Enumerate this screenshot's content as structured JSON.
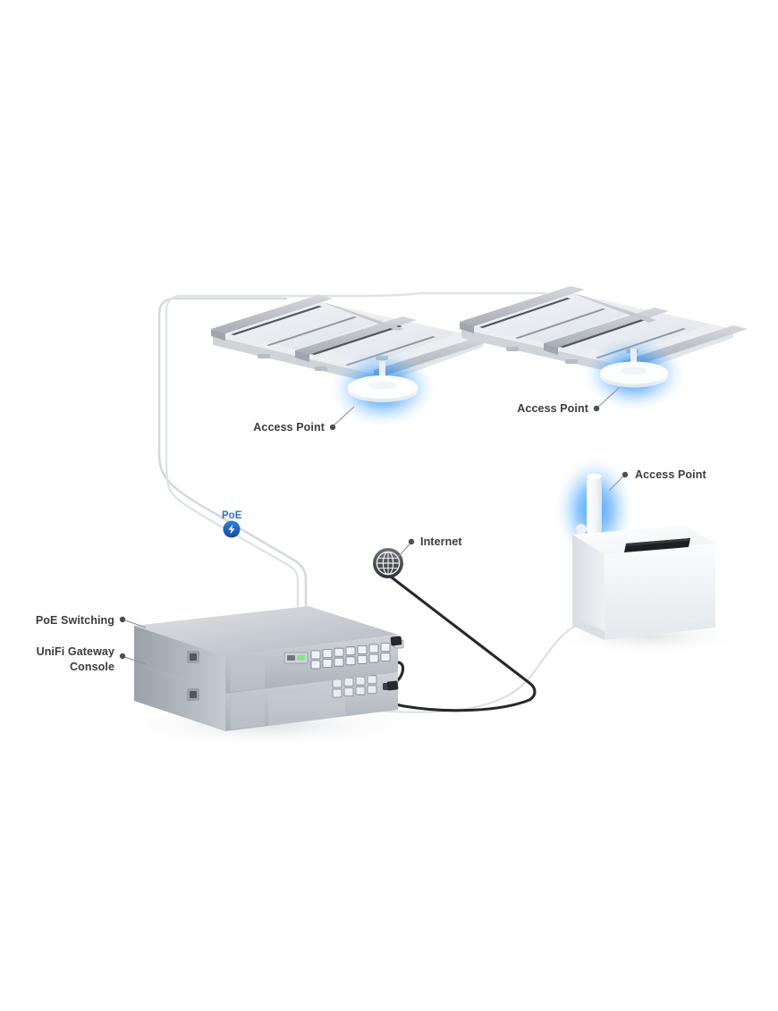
{
  "diagram": {
    "title": "UniFi network topology diagram",
    "background_color": "#ffffff",
    "label_color": "#3c3c3c",
    "accent_color": "#1f6fd8",
    "glow_color": "#1e90ff",
    "device_gray": "#b9bec4"
  },
  "labels": {
    "access_point_1": "Access Point",
    "access_point_2": "Access Point",
    "access_point_3": "Access Point",
    "poe": "PoE",
    "internet": "Internet",
    "poe_switching": "PoE Switching",
    "gateway_line1": "UniFi Gateway",
    "gateway_line2": "Console"
  },
  "icons": {
    "poe_badge": "lightning-bolt-icon",
    "internet_badge": "globe-icon"
  },
  "nodes": [
    {
      "id": "ap-ceiling-left",
      "type": "ceiling-access-point",
      "label": "Access Point"
    },
    {
      "id": "ap-ceiling-right",
      "type": "ceiling-access-point",
      "label": "Access Point"
    },
    {
      "id": "ap-antenna",
      "type": "antenna-access-point",
      "label": "Access Point"
    },
    {
      "id": "switch-poe",
      "type": "rack-switch",
      "label": "PoE Switching",
      "ports": 16
    },
    {
      "id": "gateway-console",
      "type": "rack-gateway",
      "label": "UniFi Gateway Console",
      "ports": 8
    },
    {
      "id": "internet",
      "type": "cloud-uplink",
      "label": "Internet"
    }
  ],
  "links": [
    {
      "from": "ap-ceiling-left",
      "to": "switch-poe",
      "kind": "ethernet-poe",
      "badge": "PoE"
    },
    {
      "from": "ap-ceiling-right",
      "to": "switch-poe",
      "kind": "ethernet-poe"
    },
    {
      "from": "internet",
      "to": "gateway-console",
      "kind": "wan"
    },
    {
      "from": "ap-antenna",
      "to": "switch-poe",
      "kind": "ethernet"
    }
  ]
}
